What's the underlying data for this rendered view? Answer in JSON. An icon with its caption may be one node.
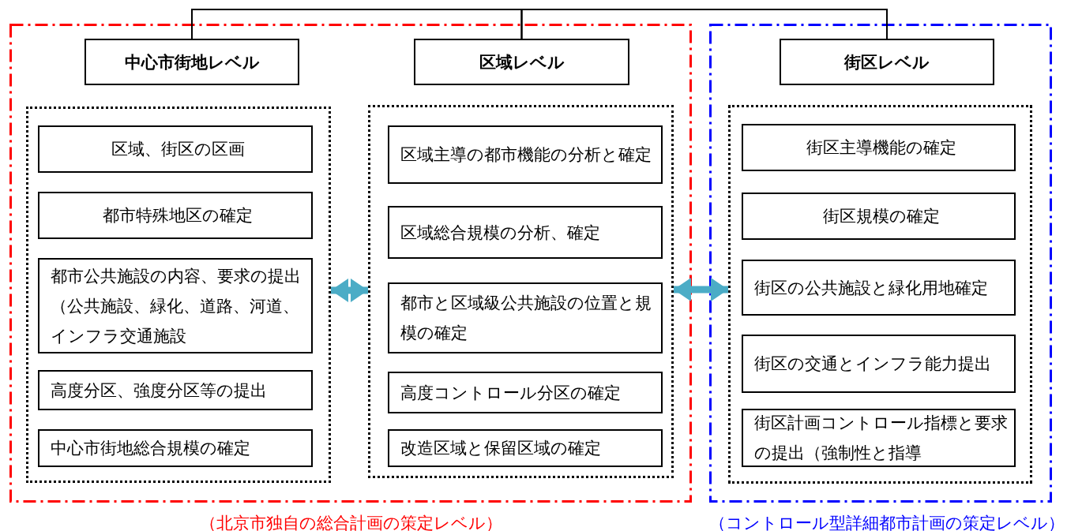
{
  "diagram": {
    "nodes": [
      {
        "text": [
          "（北京市独自の総合計画の策定レベル）"
        ]
      },
      {
        "text": [
          "中心市街地レベル"
        ],
        "in": 0
      },
      {
        "text": [],
        "shape": "box",
        "in": 0
      },
      {
        "text": [
          "区域、街区の区画"
        ],
        "in": 2
      },
      {
        "text": [
          "都市特殊地区の確定"
        ],
        "in": 2
      },
      {
        "text": [
          "都市公共施設の内容、要求の提出（公共施設、緑化、道路、河道、インフラ交通施設"
        ],
        "in": 2
      },
      {
        "text": [
          "高度分区、強度分区等の提出"
        ],
        "in": 2
      },
      {
        "text": [
          "中心市街地総合規模の確定"
        ],
        "in": 2
      },
      {
        "text": [
          "区域レベル"
        ],
        "in": 0
      },
      {
        "text": [],
        "shape": "box",
        "in": 0
      },
      {
        "text": [
          "区域主導の都市機能の分析と確定"
        ],
        "in": 9
      },
      {
        "text": [
          "区域総合規模の分析、確定"
        ],
        "in": 9
      },
      {
        "text": [
          "都市と区域級公共施設の位置と規模の確定"
        ],
        "in": 9
      },
      {
        "text": [
          "高度コントロール分区の確定"
        ],
        "in": 9
      },
      {
        "text": [
          "改造区域と保留区域の確定"
        ],
        "in": 9
      },
      {
        "text": [
          "（コントロール型詳細都市計画の策定レベル）"
        ]
      },
      {
        "text": [
          "街区レベル"
        ],
        "in": 15
      },
      {
        "text": [],
        "shape": "box",
        "in": 15
      },
      {
        "text": [
          "街区主導機能の確定"
        ],
        "in": 17
      },
      {
        "text": [
          "街区規模の確定"
        ],
        "in": 17
      },
      {
        "text": [
          "街区の公共施設と緑化用地確定"
        ],
        "in": 17
      },
      {
        "text": [
          "街区の交通とインフラ能力提出"
        ],
        "in": 17
      },
      {
        "text": [
          "街区計画コントロール指標と要求の提出（強制性と指導"
        ],
        "in": 17
      }
    ],
    "edges": [
      {
        "from": 1,
        "to": 8,
        "arrow": "none"
      },
      {
        "from": 8,
        "to": 16,
        "arrow": "none"
      },
      {
        "from": 2,
        "to": 9,
        "arrow": "both",
        "style": "thick",
        "color": "#4bacc6"
      },
      {
        "from": 9,
        "to": 17,
        "arrow": "both",
        "style": "thick",
        "color": "#4bacc6"
      }
    ]
  }
}
